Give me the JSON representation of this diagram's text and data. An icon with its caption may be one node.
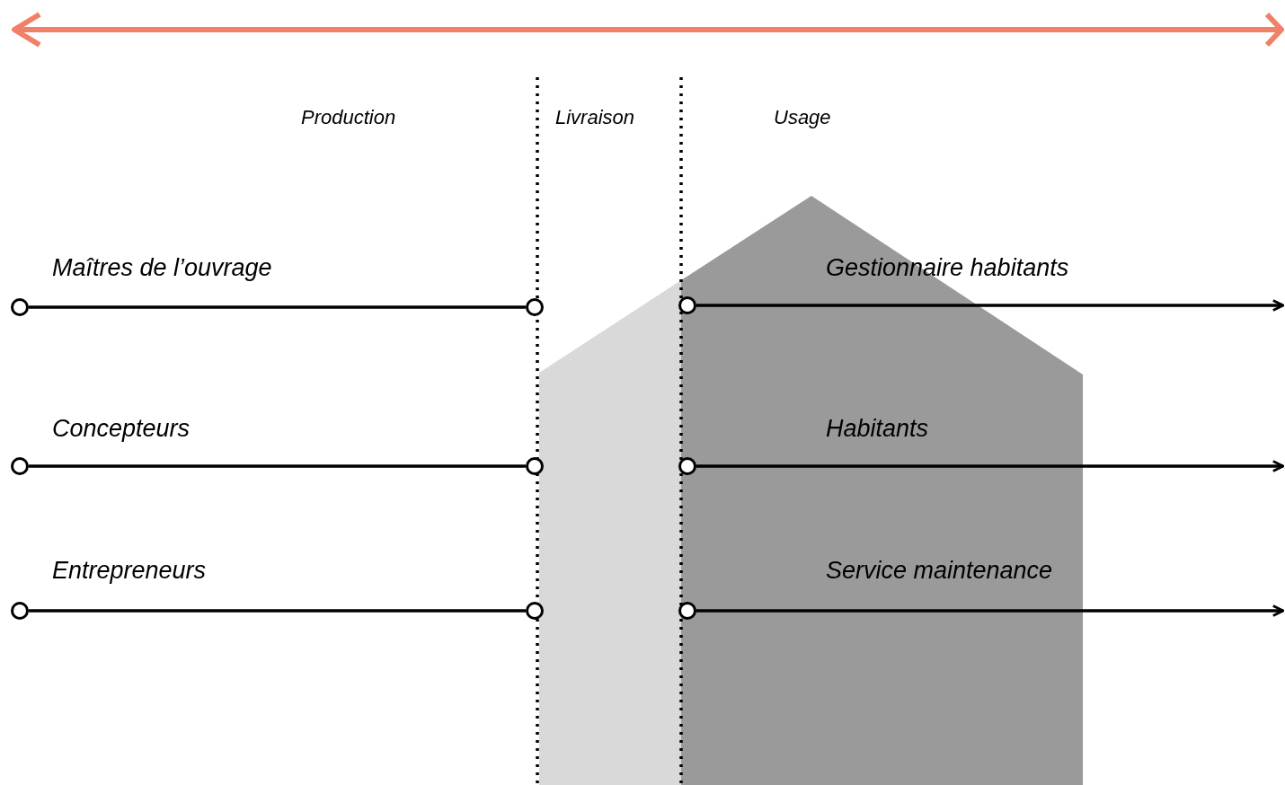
{
  "diagram": {
    "nodes": [
      {
        "text": [],
        "shape": "circle"
      },
      {
        "text": [],
        "shape": "circle"
      },
      {
        "text": [],
        "shape": "circle"
      },
      {
        "text": [],
        "shape": "circle"
      },
      {
        "text": [],
        "shape": "circle"
      },
      {
        "text": [],
        "shape": "circle"
      },
      {
        "text": [],
        "shape": "circle"
      },
      {
        "text": [],
        "shape": "circle"
      },
      {
        "text": [],
        "shape": "circle"
      }
    ],
    "edges": [
      {
        "from": 0,
        "to": 1,
        "arrow": "none"
      },
      {
        "from": 6,
        "to": null,
        "arrow": "to"
      },
      {
        "from": 2,
        "to": 3,
        "arrow": "none"
      },
      {
        "from": 7,
        "to": null,
        "arrow": "to"
      },
      {
        "from": 4,
        "to": 5,
        "arrow": "none"
      },
      {
        "from": 8,
        "to": null,
        "arrow": "to"
      }
    ],
    "labels": [
      "Production",
      "Livraison",
      "Usage",
      "Maîtres de l’ouvrage",
      "Gestionnaire habitants",
      "Concepteurs",
      "Habitants",
      "Entrepreneurs",
      "Service maintenance"
    ]
  }
}
